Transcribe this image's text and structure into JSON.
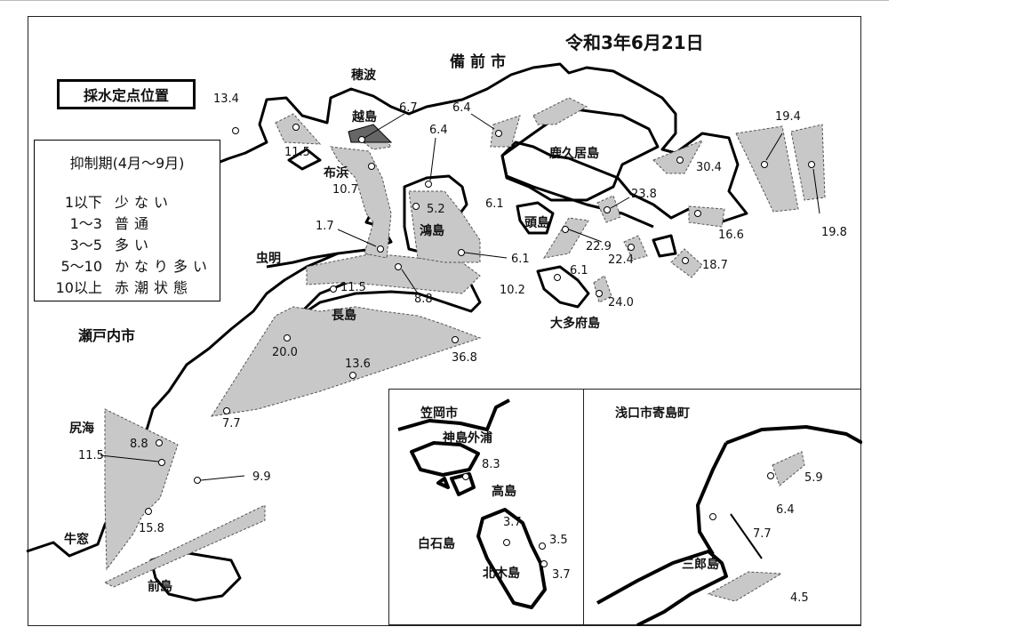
{
  "title": "令和3年6月21日",
  "box_title": "採水定点位置",
  "legend": {
    "heading": "抑制期(4月〜9月)",
    "rows": [
      {
        "range": "1以下",
        "desc": "少ない"
      },
      {
        "range": "1〜3",
        "desc": "普通"
      },
      {
        "range": "3〜5",
        "desc": "多い"
      },
      {
        "range": "5〜10",
        "desc": "かなり多い"
      },
      {
        "range": "10以上",
        "desc": "赤潮状態"
      }
    ]
  },
  "places": {
    "bizen": "備前市",
    "hobe": "穂波",
    "koshijima": "越島",
    "nunohama": "布浜",
    "kakui": "鹿久居島",
    "atamajima": "頭島",
    "kamojima": "鴻島",
    "mushiake": "虫明",
    "nagashima": "長島",
    "ootabu": "大多府島",
    "setouchi": "瀬戸内市",
    "shiriumi": "尻海",
    "ushimado": "牛窓",
    "maejima": "前島"
  },
  "inset_kasaoka": {
    "city": "笠岡市",
    "kounoshima": "神島外浦",
    "takashima": "高島",
    "shiraishi": "白石島",
    "kitagi": "北木島",
    "values": [
      "8.3",
      "3.7",
      "3.5",
      "3.7"
    ]
  },
  "inset_asakuchi": {
    "city": "浅口市寄島町",
    "saburo": "三郎島",
    "values": [
      "5.9",
      "6.4",
      "7.7",
      "4.5"
    ]
  },
  "main_values": [
    "13.4",
    "11.5",
    "6.7",
    "6.4",
    "6.4",
    "10.7",
    "5.2",
    "6.1",
    "1.7",
    "6.1",
    "23.8",
    "30.4",
    "19.4",
    "19.8",
    "16.6",
    "22.9",
    "22.4",
    "18.7",
    "11.5",
    "8.8",
    "10.2",
    "6.1",
    "24.0",
    "20.0",
    "13.6",
    "36.8",
    "7.7",
    "8.8",
    "11.5",
    "9.9",
    "15.8"
  ]
}
